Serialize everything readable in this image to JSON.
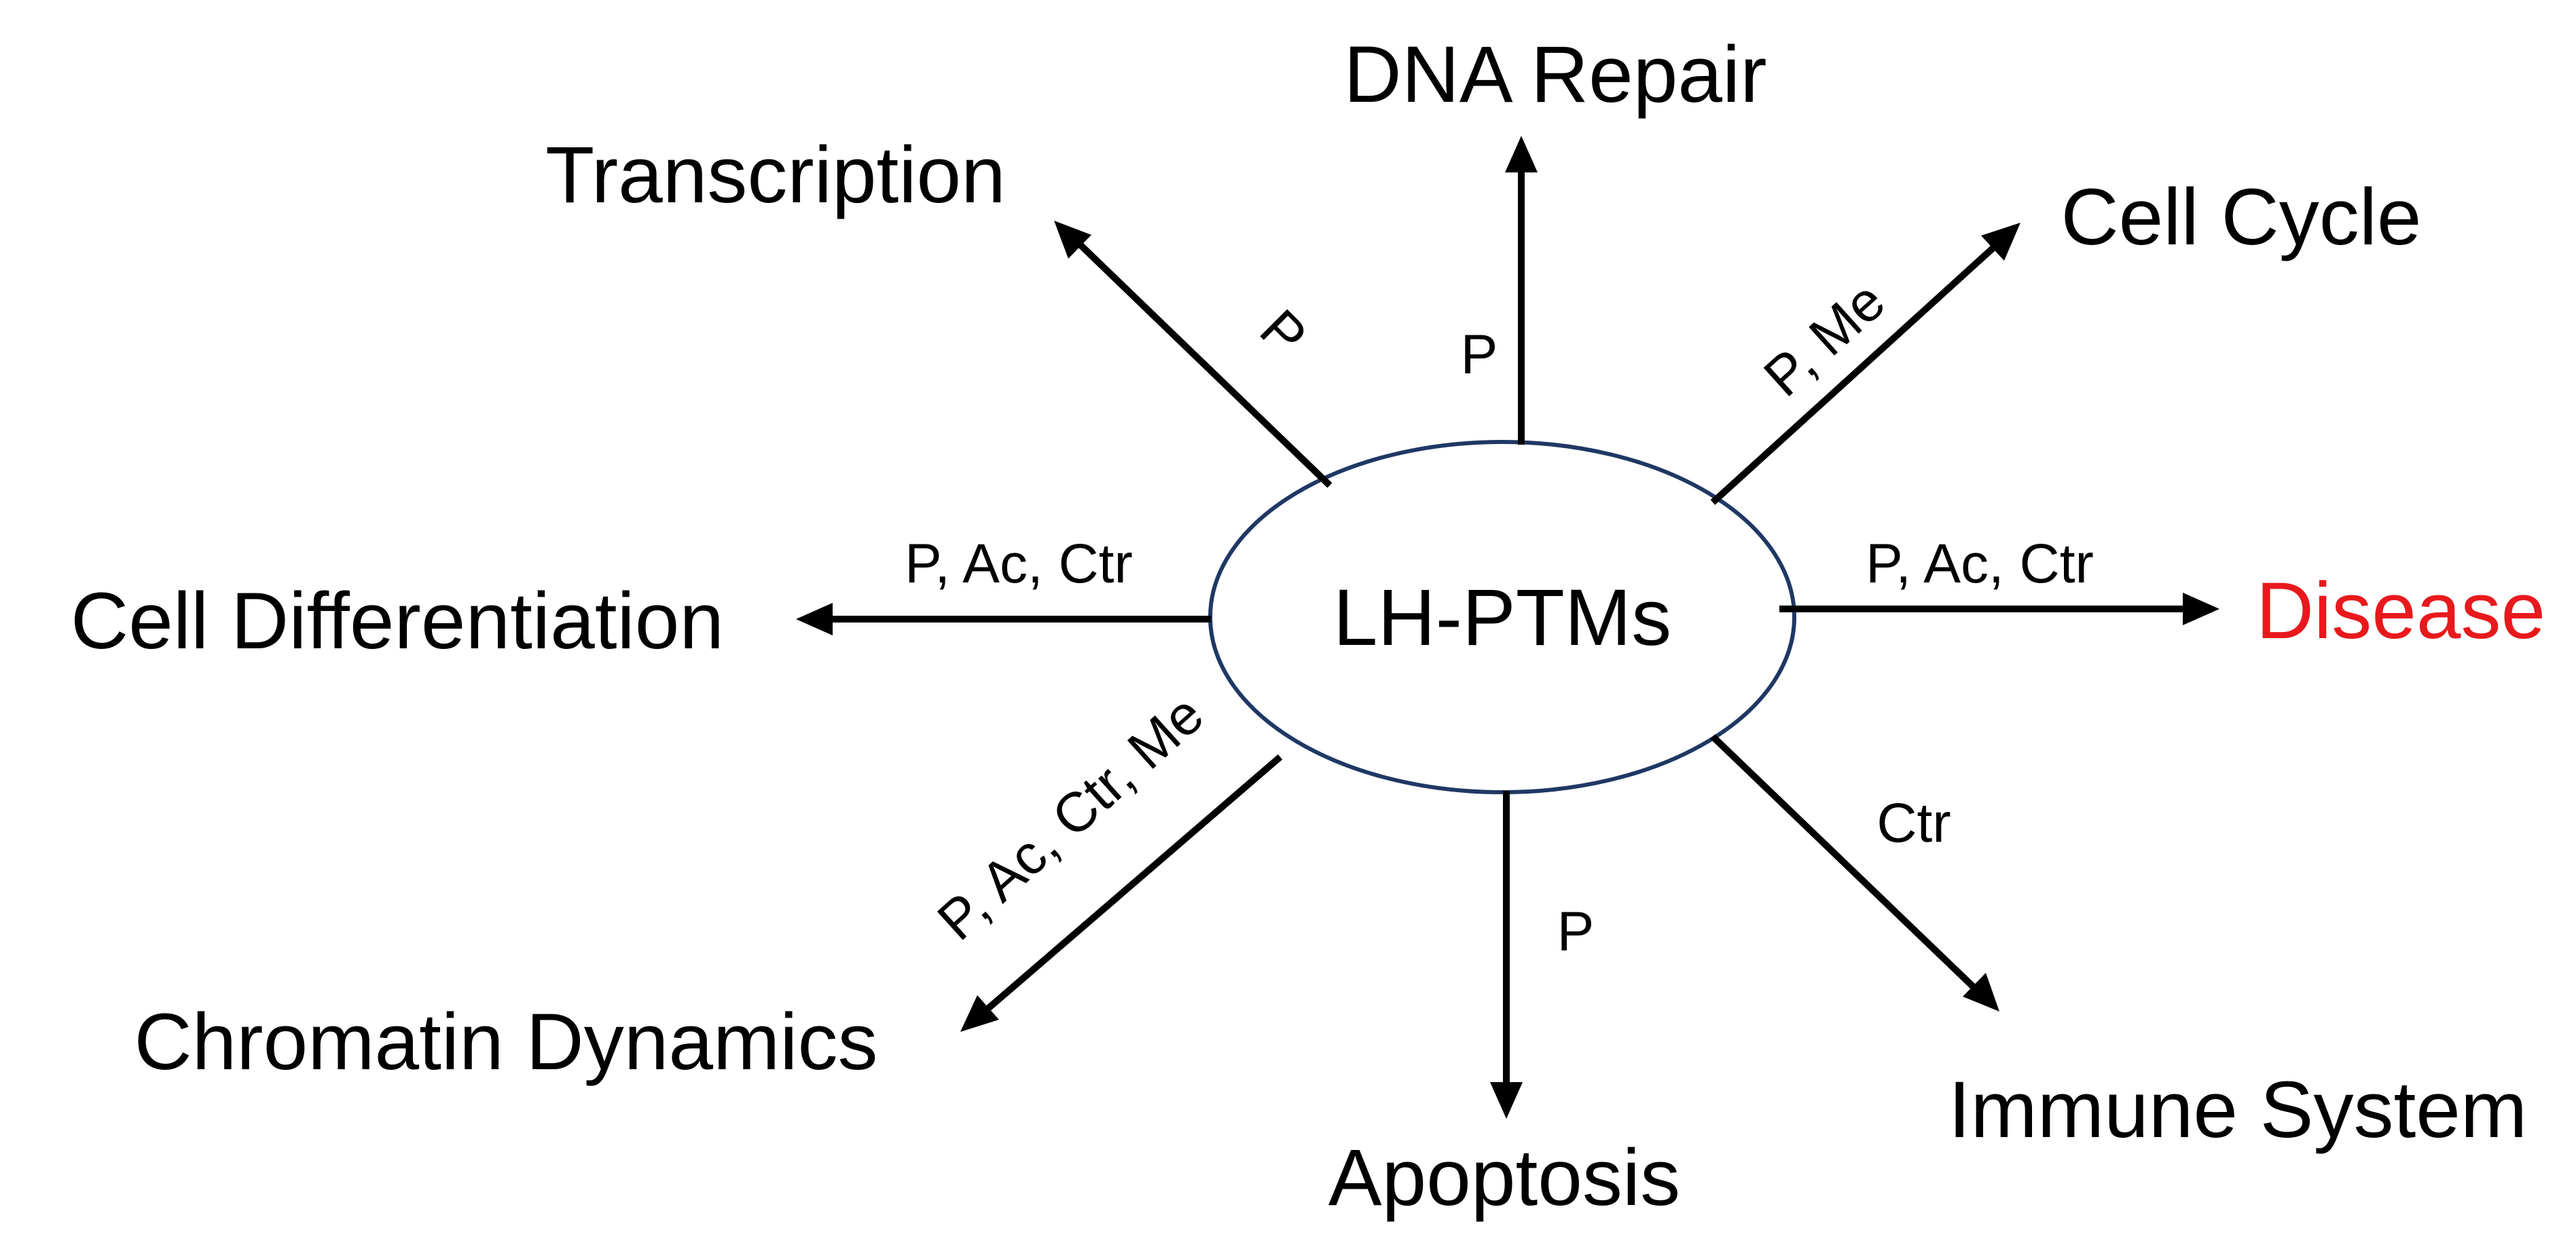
{
  "center": {
    "label": "LH-PTMs"
  },
  "nodes": {
    "dna_repair": "DNA Repair",
    "transcription": "Transcription",
    "cell_cycle": "Cell Cycle",
    "cell_differentiation": "Cell Differentiation",
    "disease": "Disease",
    "chromatin_dynamics": "Chromatin Dynamics",
    "immune_system": "Immune System",
    "apoptosis": "Apoptosis"
  },
  "edges": {
    "transcription": "P",
    "dna_repair": "P",
    "cell_cycle": "P, Me",
    "cell_differentiation": "P, Ac, Ctr",
    "disease": "P, Ac, Ctr",
    "chromatin_dynamics": "P, Ac, Ctr, Me",
    "immune_system": "Ctr",
    "apoptosis": "P"
  },
  "colors": {
    "ellipse_stroke": "#1f3864",
    "disease_text": "#e8191c",
    "text": "#000000"
  }
}
